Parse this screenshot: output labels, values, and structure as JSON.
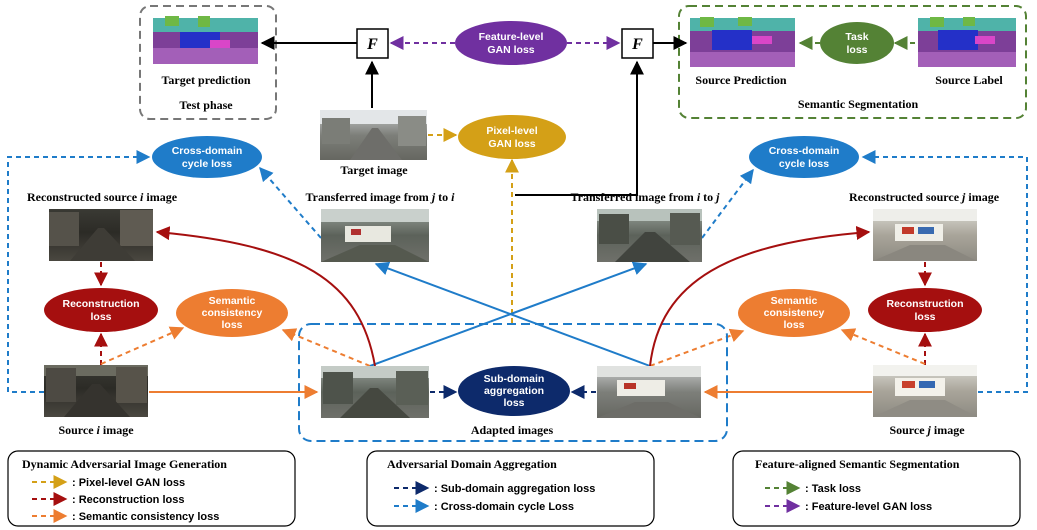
{
  "test_phase": {
    "target_prediction": "Target prediction",
    "title": "Test phase"
  },
  "semantic_segmentation": {
    "source_prediction": "Source Prediction",
    "source_label": "Source Label",
    "title": "Semantic Segmentation"
  },
  "f_label": "F",
  "images": {
    "target": "Target image",
    "transferred_j_to_i": [
      "Transferred image from ",
      "j",
      " to ",
      "i"
    ],
    "transferred_i_to_j": [
      "Transferred image from ",
      "i",
      " to ",
      "j"
    ],
    "reconstructed_i": [
      "Reconstructed source ",
      "i",
      " image"
    ],
    "reconstructed_j": [
      "Reconstructed source ",
      "j",
      " image"
    ],
    "source_i": [
      "Source ",
      "i",
      " image"
    ],
    "source_j": [
      "Source ",
      "j",
      " image"
    ],
    "adapted": "Adapted images"
  },
  "losses": {
    "feature_gan": [
      "Feature-level",
      "GAN loss"
    ],
    "task": [
      "Task",
      "loss"
    ],
    "pixel_gan": [
      "Pixel-level",
      "GAN loss"
    ],
    "cycle_left": [
      "Cross-domain",
      "cycle loss"
    ],
    "cycle_right": [
      "Cross-domain",
      "cycle loss"
    ],
    "recon_left": [
      "Reconstruction",
      "loss"
    ],
    "recon_right": [
      "Reconstruction",
      "loss"
    ],
    "semantic_left": [
      "Semantic",
      "consistency",
      "loss"
    ],
    "semantic_right": [
      "Semantic",
      "consistency",
      "loss"
    ],
    "aggregation": [
      "Sub-domain",
      "aggregation",
      "loss"
    ]
  },
  "legend": {
    "dynamic": {
      "title": "Dynamic Adversarial Image Generation",
      "items": [
        ":   Pixel-level GAN loss",
        ":   Reconstruction loss",
        ":   Semantic consistency loss"
      ]
    },
    "aggregation": {
      "title": "Adversarial Domain Aggregation",
      "items": [
        ":   Sub-domain aggregation loss",
        ":   Cross-domain cycle Loss"
      ]
    },
    "feature": {
      "title": "Feature-aligned Semantic Segmentation",
      "items": [
        ":   Task loss",
        ":   Feature-level GAN loss"
      ]
    }
  },
  "colors": {
    "feature_gan": "#7030a0",
    "task": "#548235",
    "pixel_gan": "#d4a017",
    "cycle": "#1f7cc9",
    "reconstruction": "#a50f0f",
    "semantic": "#ed7d31",
    "aggregation": "#0d2a6b"
  }
}
